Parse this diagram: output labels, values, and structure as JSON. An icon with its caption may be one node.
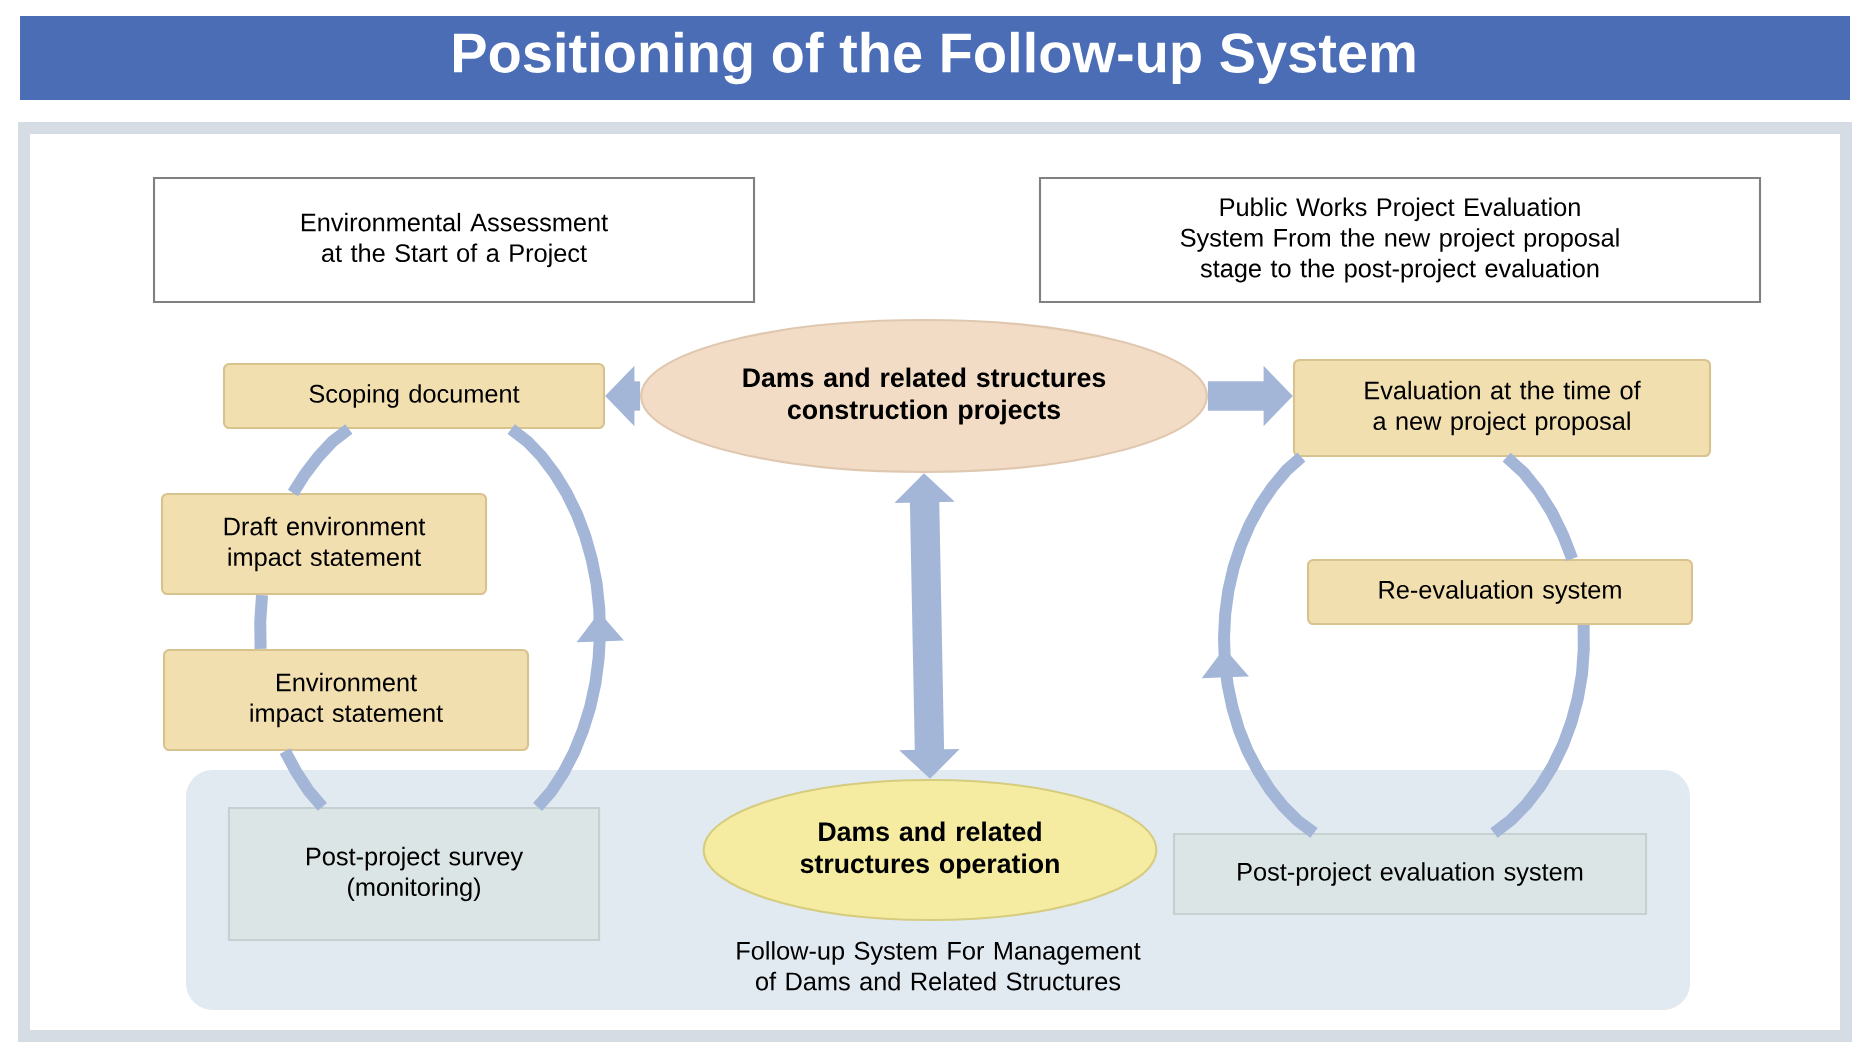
{
  "diagram": {
    "title": "Positioning of the Follow-up System",
    "nodes": [
      {
        "text": [
          "Environmental Assessment at the Start of a Project"
        ]
      },
      {
        "text": [
          "Public Works Project Evaluation System From the new project proposal stage to the post-project evaluation"
        ]
      },
      {
        "text": [
          "Dams and related structures construction projects"
        ]
      },
      {
        "text": [
          "Scoping document"
        ]
      },
      {
        "text": [
          "Draft environment impact statement"
        ]
      },
      {
        "text": [
          "Environment impact statement"
        ]
      },
      {
        "text": [
          "Evaluation at the time of a new project proposal"
        ]
      },
      {
        "text": [
          "Re-evaluation system"
        ]
      },
      {
        "text": [
          "Follow-up System For Management of Dams and Related Structures"
        ]
      },
      {
        "text": [
          "Post-project survey (monitoring)"
        ],
        "in": 8
      },
      {
        "text": [
          "Dams and related structures operation"
        ],
        "in": 8
      },
      {
        "text": [
          "Post-project evaluation system"
        ],
        "in": 8
      }
    ],
    "edges": [
      {
        "from": 2,
        "to": 3,
        "arrow": "to",
        "style": "thick"
      },
      {
        "from": 2,
        "to": 6,
        "arrow": "to",
        "style": "thick"
      },
      {
        "from": 2,
        "to": 10,
        "arrow": "both",
        "style": "thick"
      },
      {
        "from": 9,
        "to": 3,
        "arrow": "to"
      },
      {
        "from": 3,
        "to": 4,
        "arrow": "none"
      },
      {
        "from": 4,
        "to": 5,
        "arrow": "none"
      },
      {
        "from": 5,
        "to": 9,
        "arrow": "none"
      },
      {
        "from": 11,
        "to": 6,
        "arrow": "to"
      },
      {
        "from": 6,
        "to": 7,
        "arrow": "none"
      },
      {
        "from": 7,
        "to": 11,
        "arrow": "none"
      }
    ]
  }
}
